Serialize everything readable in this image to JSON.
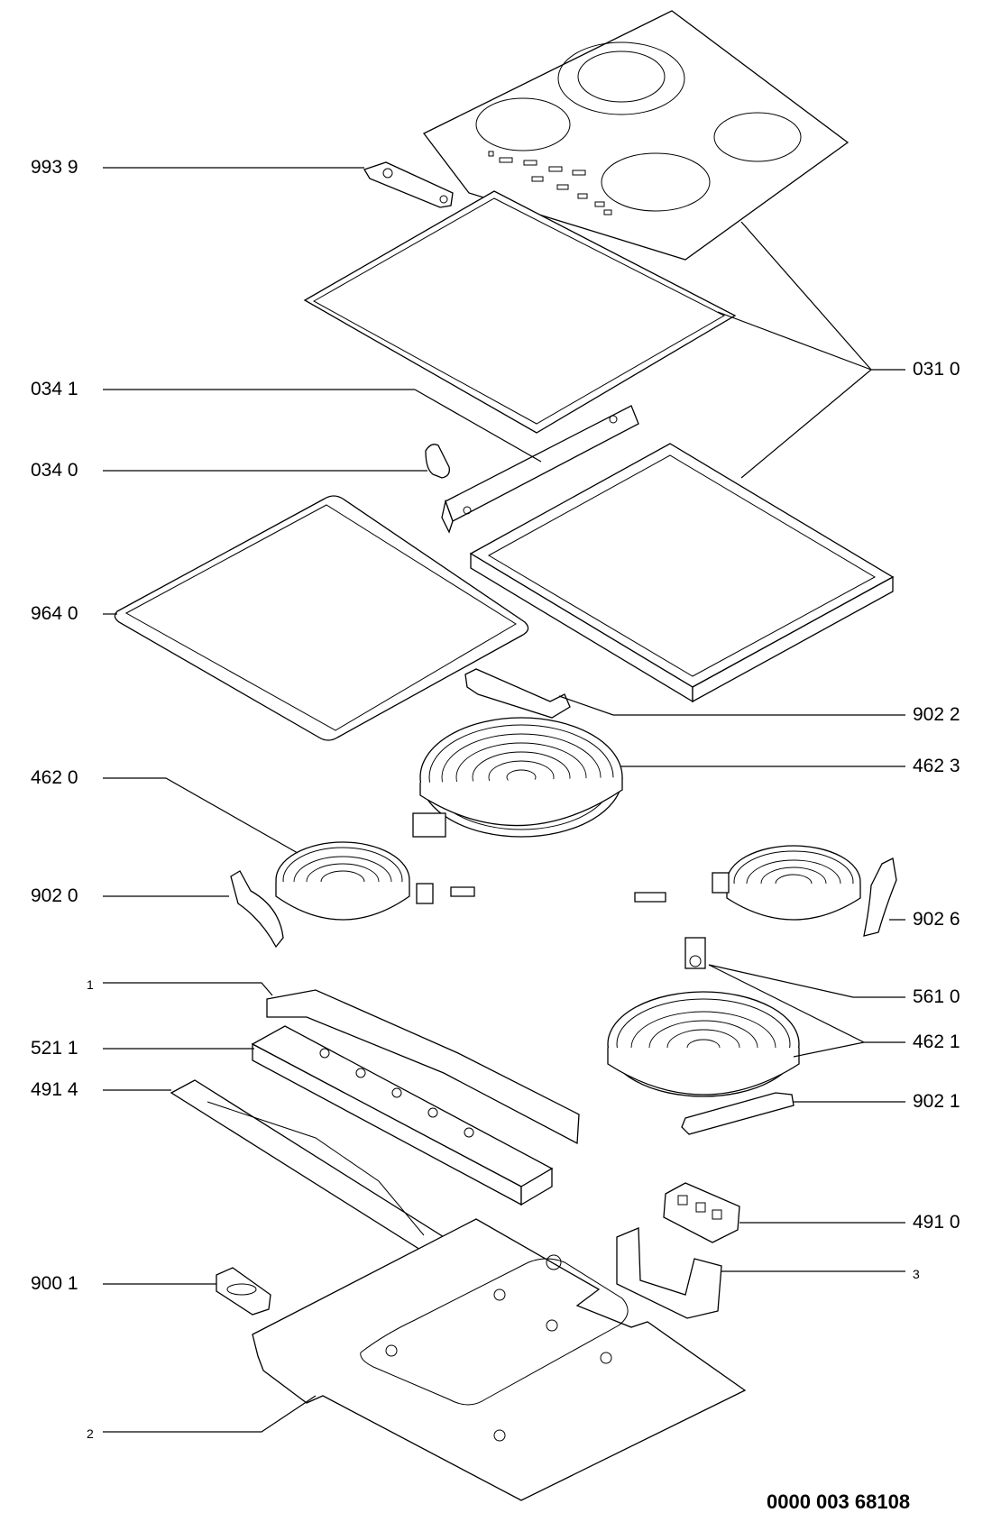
{
  "labels": {
    "l_9939": "993 9",
    "l_0341": "034 1",
    "l_0340": "034 0",
    "l_9640": "964 0",
    "l_4620": "462 0",
    "l_9020": "902 0",
    "l_1": "1",
    "l_5211": "521 1",
    "l_4914": "491 4",
    "l_9001": "900 1",
    "l_2": "2",
    "l_0310": "031 0",
    "l_9022": "902 2",
    "l_4623": "462 3",
    "l_9026": "902 6",
    "l_5610": "561 0",
    "l_4621": "462 1",
    "l_9021": "902 1",
    "l_4910": "491 0",
    "l_3": "3"
  },
  "drawing_code": "0000 003 68108"
}
